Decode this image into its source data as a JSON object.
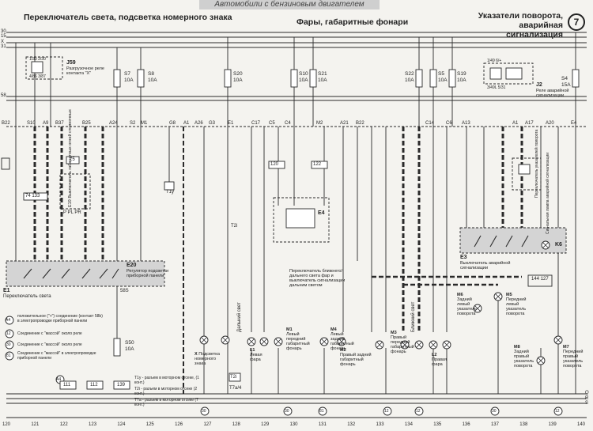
{
  "header": {
    "banner": "Автомобили с бензиновым двигателем",
    "left_title": "Переключатель света, подсветка номерного знака",
    "mid_title": "Фары, габаритные фонари",
    "right_title_1": "Указатели поворота,",
    "right_title_2": "аварийная сигнализация",
    "section_number": "7"
  },
  "bus_labels": [
    "30",
    "15",
    "X",
    "31",
    "58"
  ],
  "fuses": [
    {
      "id": "S7",
      "rating": "10A"
    },
    {
      "id": "S8",
      "rating": "10A"
    },
    {
      "id": "S20",
      "rating": "10A"
    },
    {
      "id": "S10",
      "rating": "10A"
    },
    {
      "id": "S21",
      "rating": "10A"
    },
    {
      "id": "S22",
      "rating": "10A"
    },
    {
      "id": "S5",
      "rating": "10A"
    },
    {
      "id": "S19",
      "rating": "10A"
    },
    {
      "id": "S4",
      "rating": "15A"
    },
    {
      "id": "S50",
      "rating": "10A"
    }
  ],
  "relays": {
    "j59_id": "J59",
    "j59_desc": "Разгрузочное реле контакта \"X\"",
    "j2_id": "J2",
    "j2_desc": "Реле аварийной сигнализации",
    "j59_pins_top": "1/30  2/30",
    "j59_pins_bot": "4/86  3/87",
    "j2_pins_top": "1/49  6/+",
    "j2_pins_bot": "3/49L  5/31"
  },
  "switches": {
    "e19_desc": "Е19 Выключатель габаритных огней стояночных",
    "e19_pins": "P   PL   PR",
    "e20_id": "E20",
    "e20_desc": "Регулятор подсветки приборной панели",
    "e1_id": "E1",
    "e1_desc": "Переключатель света",
    "e4_id": "E4",
    "e4_desc": "Переключатель ближнего/дальнего света фар и выключатель сигнализации дальним светом",
    "e3_id": "E3",
    "e3_desc": "Выключатель аварийной сигнализации",
    "k6_id": "K6",
    "k6_desc": "Сигнальная лампа аварийной сигнализации",
    "e2_desc": "Переключатель указателей поворота",
    "t1y_label": "T1y"
  },
  "connector_codes": [
    "B22",
    "S10",
    "A9",
    "B37",
    "B25",
    "A24",
    "S2",
    "M1",
    "G8",
    "A1",
    "A26",
    "G3",
    "E1",
    "C17",
    "C5",
    "C4",
    "M2",
    "A21",
    "B22",
    "C14",
    "C6",
    "A13",
    "A1",
    "A17",
    "A20",
    "E4"
  ],
  "lamps": [
    {
      "id": "X",
      "desc": "Подсветка номерного знака"
    },
    {
      "id": "L1",
      "desc": "Левая фара"
    },
    {
      "id": "M1",
      "desc": "Левый передний габаритный фонарь"
    },
    {
      "id": "M4",
      "desc": "Левый задний габаритный фонарь"
    },
    {
      "id": "M2",
      "desc": "Правый задний габаритный фонарь"
    },
    {
      "id": "M3",
      "desc": "Правый передний габаритный фонарь"
    },
    {
      "id": "L2",
      "desc": "Правая фара"
    },
    {
      "id": "M6",
      "desc": "Задний левый указатель поворота"
    },
    {
      "id": "M5",
      "desc": "Передний левый указатель поворота"
    },
    {
      "id": "M8",
      "desc": "Задний правый указатель поворота"
    },
    {
      "id": "M7",
      "desc": "Передний правый указатель поворота"
    }
  ],
  "legend": {
    "a4": "положительное (\"+\") соединение (контакт 58b) в электропроводке приборной панели",
    "g12": "Соединение с \"массой\" около реле",
    "g30": "Соединение с \"массой\" около реле",
    "g81": "Соединение с \"массой\" в электропроводке приборной панели"
  },
  "legend_symbols": [
    "A4",
    "12",
    "30",
    "81"
  ],
  "t_legend": {
    "t1": "T1y - разъем в моторном отсеке, (1 конт.)",
    "t2": "T2i - разъем в моторном отсеке (2 конт.)",
    "t7": "T7a - разъем в моторном отсеке (7 конт.)"
  },
  "bottom_boxes": [
    "111",
    "112",
    "139"
  ],
  "bottom_a4": "A4",
  "ground_symbols": [
    "30",
    "30",
    "81",
    "12",
    "12",
    "30",
    "12"
  ],
  "bottom_numbers": [
    "120",
    "121",
    "122",
    "123",
    "124",
    "125",
    "126",
    "127",
    "128",
    "129",
    "130",
    "131",
    "132",
    "133",
    "134",
    "135",
    "136",
    "137",
    "138",
    "139",
    "140"
  ],
  "right_edge": [
    "Q",
    "R",
    "S"
  ],
  "misc": {
    "n75": "75",
    "n74_133": "74  133",
    "n120": "120",
    "n122": "122",
    "n144": "144",
    "n127": "127",
    "t2i": "T2i",
    "t7a": "T7a/4",
    "t2i_bot": "T2i",
    "s58": "58S",
    "near": "Ближний свет",
    "far": "Дальний свет"
  }
}
